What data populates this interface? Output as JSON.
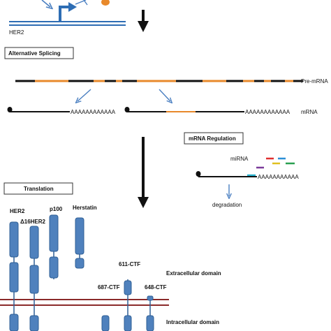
{
  "gene_label": "HER2",
  "sections": {
    "alternative_splicing": "Alternative Splicing",
    "translation": "Translation",
    "mrna_regulation": "mRNA Regulation"
  },
  "transcripts": {
    "pre_mrna": "Pre-mRNA",
    "mrna": "mRNA",
    "poly_a_left": "AAAAAAAAAAAA",
    "poly_a_right": "AAAAAAAAAAAA",
    "poly_a_reg": "AAAAAAAAAAA"
  },
  "regulation": {
    "mirna": "miRNA",
    "degradation": "degradation"
  },
  "isoforms": {
    "her2": "HER2",
    "d16her2": "Δ16HER2",
    "p100": "p100",
    "herstatin": "Herstatin",
    "ctf611": "611-CTF",
    "ctf687": "687-CTF",
    "ctf648": "648-CTF"
  },
  "domains": {
    "extracellular": "Extracellular domain",
    "intracellular": "Intracellular domain"
  },
  "colors": {
    "exon": "#e8892b",
    "protein_fill": "#4f81bd",
    "protein_stroke": "#2f5f95",
    "membrane": "#8b2a2a",
    "dna": "#2e6db4",
    "arrow_blue": "#4a7fc1",
    "mirna_colors": [
      "#e03030",
      "#2c8fd6",
      "#e0c020",
      "#2aa050",
      "#7a3a9a",
      "#27b2cf"
    ]
  }
}
